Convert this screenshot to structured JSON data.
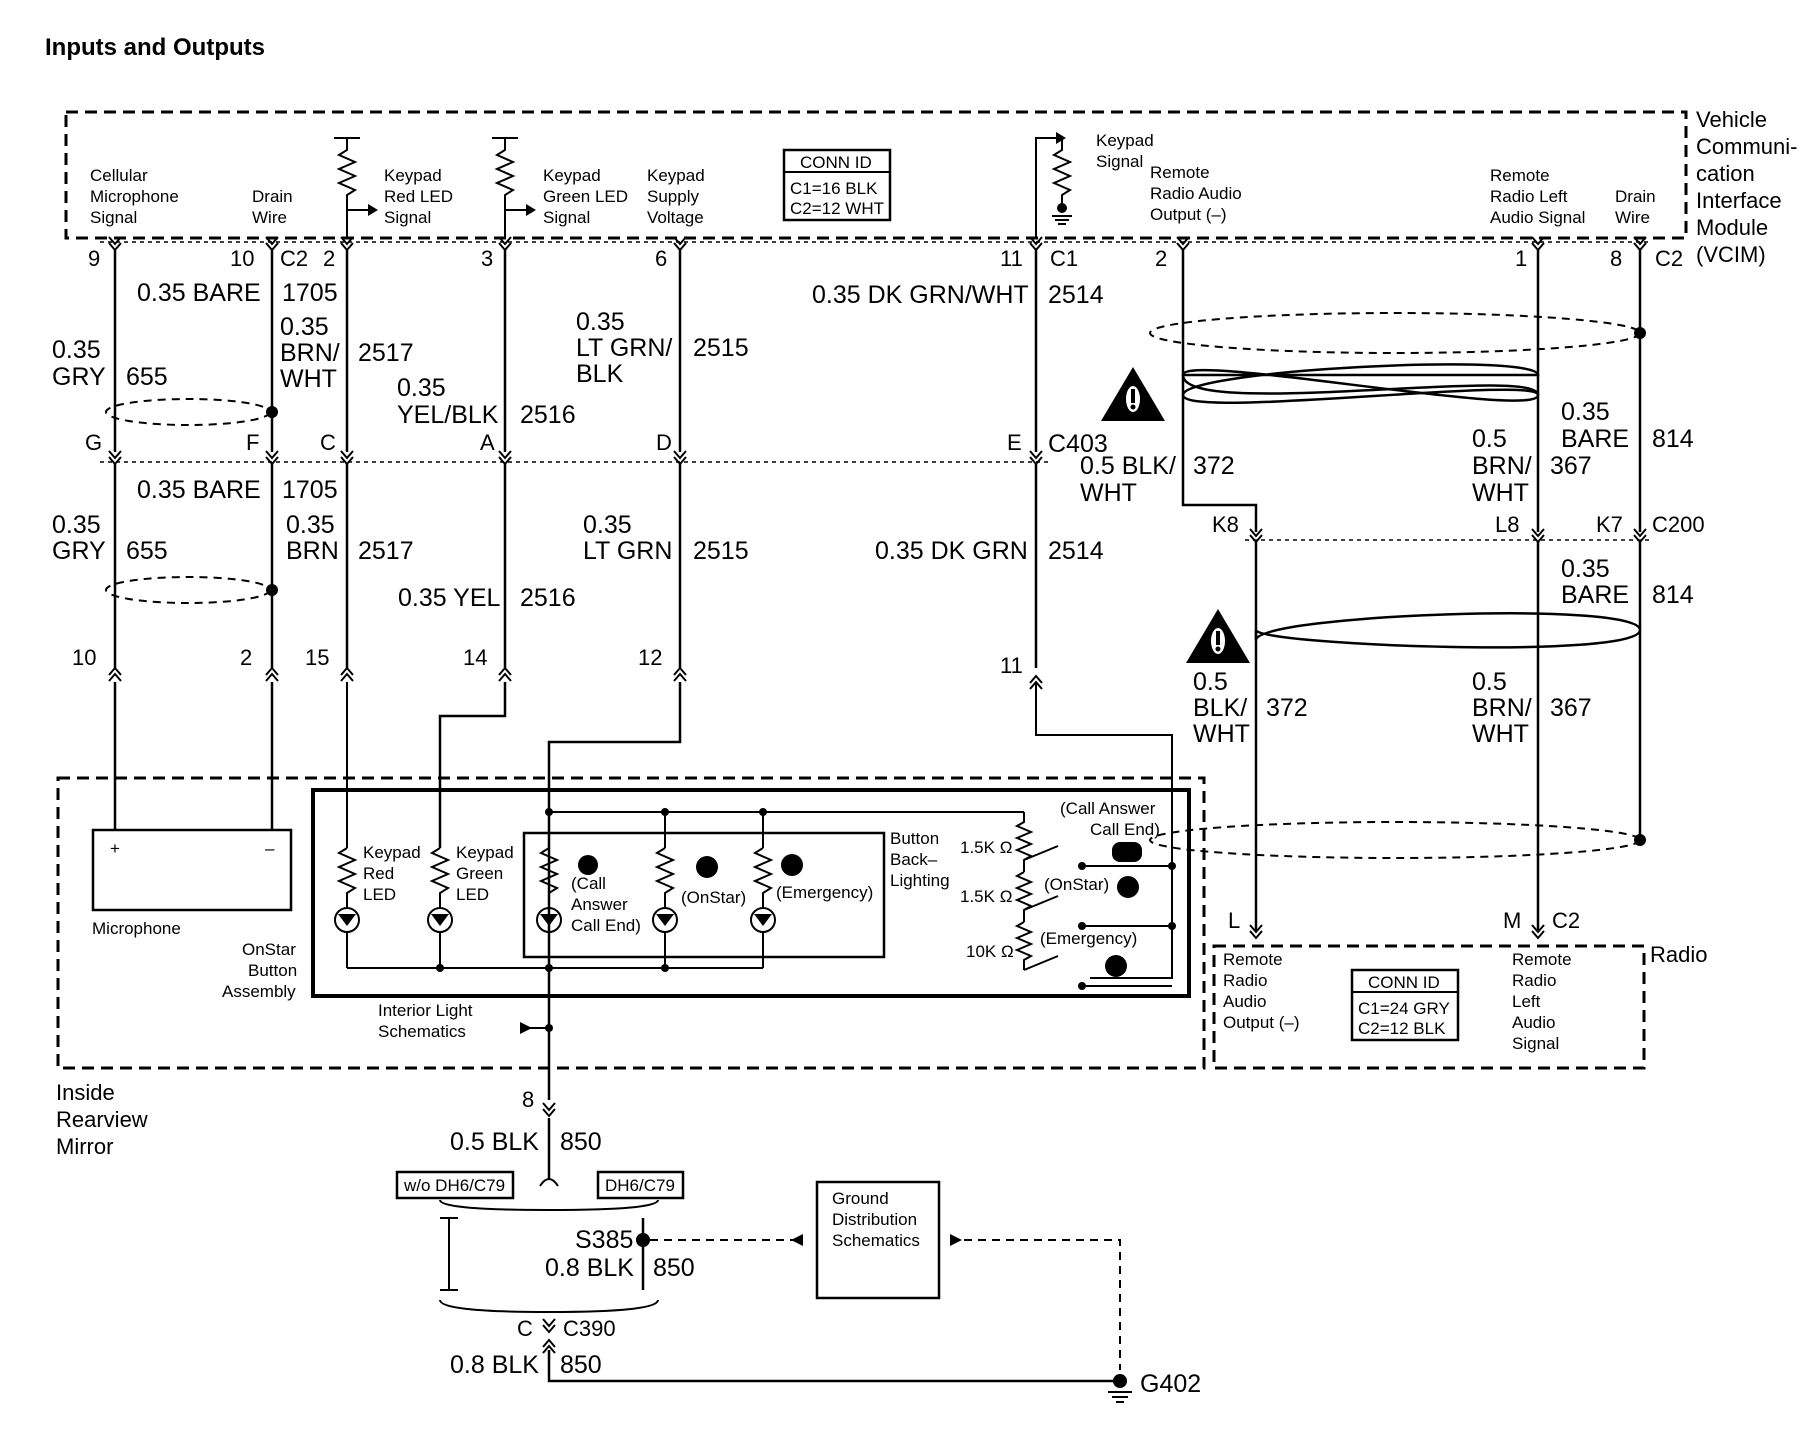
{
  "title": "Inputs and Outputs",
  "vcim": {
    "label": [
      "Vehicle",
      "Communi-",
      "cation",
      "Interface",
      "Module",
      "(VCIM)"
    ],
    "conn_id": {
      "header": "CONN ID",
      "c1": "C1=16 BLK",
      "c2": "C2=12 WHT"
    },
    "signals": {
      "cellular_mic": [
        "Cellular",
        "Microphone",
        "Signal"
      ],
      "drain_wire_left": [
        "Drain",
        "Wire"
      ],
      "keypad_red": [
        "Keypad",
        "Red LED",
        "Signal"
      ],
      "keypad_green": [
        "Keypad",
        "Green LED",
        "Signal"
      ],
      "keypad_supply": [
        "Keypad",
        "Supply",
        "Voltage"
      ],
      "keypad_signal": [
        "Keypad",
        "Signal"
      ],
      "remote_radio_audio": [
        "Remote",
        "Radio Audio",
        "Output (–)"
      ],
      "remote_radio_left": [
        "Remote",
        "Radio Left",
        "Audio Signal"
      ],
      "drain_wire_right": [
        "Drain",
        "Wire"
      ]
    },
    "pins": {
      "p9": "9",
      "p10": "10",
      "c2a": "C2",
      "p2a": "2",
      "p3": "3",
      "p6": "6",
      "p11": "11",
      "c1": "C1",
      "p2b": "2",
      "p1": "1",
      "p8": "8",
      "c2b": "C2"
    }
  },
  "upper_wires": {
    "bare_1705": [
      "0.35 BARE",
      "1705"
    ],
    "gry_655": [
      "0.35",
      "GRY",
      "655"
    ],
    "brn_wht_2517": [
      "0.35",
      "BRN/",
      "WHT",
      "2517"
    ],
    "yel_blk_2516": [
      "0.35",
      "YEL/BLK",
      "2516"
    ],
    "lt_grn_blk_2515": [
      "0.35",
      "LT GRN/",
      "BLK",
      "2515"
    ],
    "dk_grn_wht_2514": [
      "0.35 DK GRN/WHT",
      "2514"
    ],
    "blk_wht_372": [
      "0.5 BLK/",
      "WHT",
      "372"
    ],
    "brn_wht_367": [
      "0.5",
      "BRN/",
      "WHT",
      "367"
    ],
    "bare_814": [
      "0.35",
      "BARE",
      "814"
    ]
  },
  "c403": {
    "name": "C403",
    "pins": [
      "G",
      "F",
      "C",
      "A",
      "D",
      "E"
    ]
  },
  "lower_wires": {
    "bare_1705": [
      "0.35 BARE",
      "1705"
    ],
    "gry_655": [
      "0.35",
      "GRY",
      "655"
    ],
    "brn_2517": [
      "0.35",
      "BRN",
      "2517"
    ],
    "yel_2516": [
      "0.35 YEL",
      "2516"
    ],
    "lt_grn_2515": [
      "0.35",
      "LT GRN",
      "2515"
    ],
    "dk_grn_2514": [
      "0.35 DK GRN",
      "2514"
    ]
  },
  "c200": {
    "name": "C200",
    "pins": [
      "K8",
      "L8",
      "K7"
    ]
  },
  "radio_wires": {
    "blk_wht_372": [
      "0.5",
      "BLK/",
      "WHT",
      "372"
    ],
    "brn_wht_367": [
      "0.5",
      "BRN/",
      "WHT",
      "367"
    ],
    "bare_814": [
      "0.35",
      "BARE",
      "814"
    ]
  },
  "mirror": {
    "label": [
      "Inside",
      "Rearview",
      "Mirror"
    ],
    "pins": [
      "10",
      "2",
      "15",
      "14",
      "12",
      "11"
    ],
    "microphone": {
      "label": "Microphone",
      "plus": "+",
      "minus": "–"
    },
    "assembly_label": [
      "OnStar",
      "Button",
      "Assembly"
    ],
    "keypad_red_led": [
      "Keypad",
      "Red",
      "LED"
    ],
    "keypad_green_led": [
      "Keypad",
      "Green",
      "LED"
    ],
    "call_led": [
      "(Call",
      "Answer",
      "Call End)"
    ],
    "onstar_led": "(OnStar)",
    "emergency_led": "(Emergency)",
    "backlighting": [
      "Button",
      "Back–",
      "Lighting"
    ],
    "resistors": [
      "1.5K Ω",
      "1.5K Ω",
      "10K Ω"
    ],
    "switch_call": [
      "(Call Answer",
      "Call End)"
    ],
    "switch_onstar": "(OnStar)",
    "switch_emergency": "(Emergency)",
    "interior_light": [
      "Interior Light",
      "Schematics"
    ],
    "ground_pin": "8"
  },
  "radio": {
    "label": "Radio",
    "pins": {
      "l": "L",
      "m": "M",
      "c2": "C2"
    },
    "remote_audio_out": [
      "Remote",
      "Radio",
      "Audio",
      "Output (–)"
    ],
    "remote_left_audio": [
      "Remote",
      "Radio",
      "Left",
      "Audio",
      "Signal"
    ],
    "conn_id": {
      "header": "CONN ID",
      "c1": "C1=24 GRY",
      "c2": "C2=12 BLK"
    }
  },
  "ground": {
    "blk_850_a": [
      "0.5 BLK",
      "850"
    ],
    "option_wo": "w/o DH6/C79",
    "option_with": "DH6/C79",
    "splice": "S385",
    "blk_850_b": [
      "0.8 BLK",
      "850"
    ],
    "c390": {
      "pin": "C",
      "name": "C390"
    },
    "blk_850_c": [
      "0.8 BLK",
      "850"
    ],
    "ground_dist": [
      "Ground",
      "Distribution",
      "Schematics"
    ],
    "g402": "G402"
  }
}
